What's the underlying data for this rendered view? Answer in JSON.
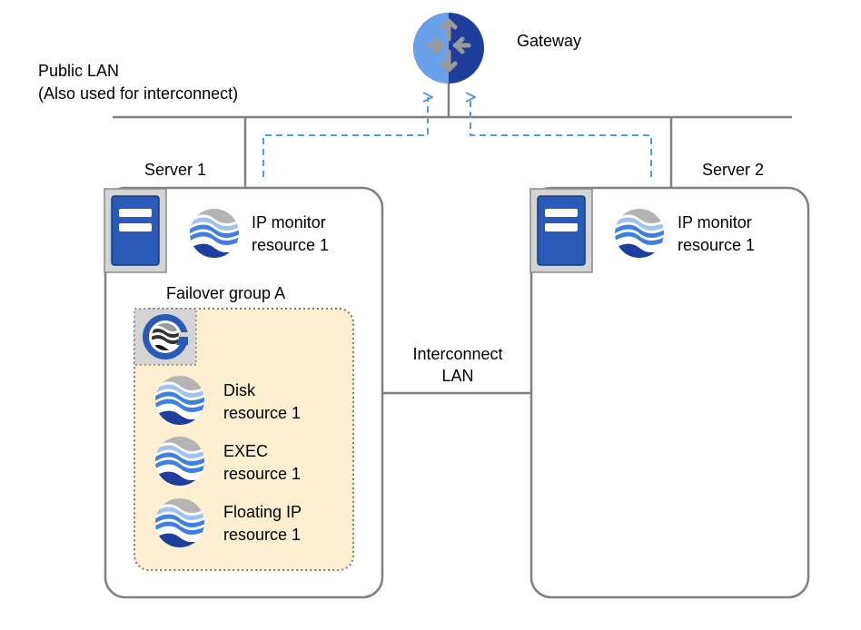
{
  "gateway": {
    "label": "Gateway",
    "icon": "gateway-router-icon"
  },
  "public_lan": {
    "line1": "Public LAN",
    "line2": "(Also used for interconnect)"
  },
  "interconnect_lan": {
    "line1": "Interconnect",
    "line2": "LAN"
  },
  "server1": {
    "label": "Server 1",
    "server_icon": "server-icon",
    "monitor": {
      "line1": "IP monitor",
      "line2": "resource 1",
      "icon": "resource-icon"
    },
    "failover_group": {
      "label": "Failover group A",
      "group_icon": "failover-group-icon",
      "resources": [
        {
          "line1": "Disk",
          "line2": "resource 1",
          "icon": "resource-icon"
        },
        {
          "line1": "EXEC",
          "line2": "resource 1",
          "icon": "resource-icon"
        },
        {
          "line1": "Floating IP",
          "line2": "resource 1",
          "icon": "resource-icon"
        }
      ]
    }
  },
  "server2": {
    "label": "Server 2",
    "server_icon": "server-icon",
    "monitor": {
      "line1": "IP monitor",
      "line2": "resource 1",
      "icon": "resource-icon"
    }
  },
  "colors": {
    "line": "#808080",
    "box_border": "#808080",
    "dashed_arrow": "#5b9bd5",
    "failover_group_fill": "#fdefd0",
    "server_icon_blue": "#2a5ab8",
    "gateway_blue": "#1f3d9a",
    "gateway_light": "#6ba0ea"
  }
}
